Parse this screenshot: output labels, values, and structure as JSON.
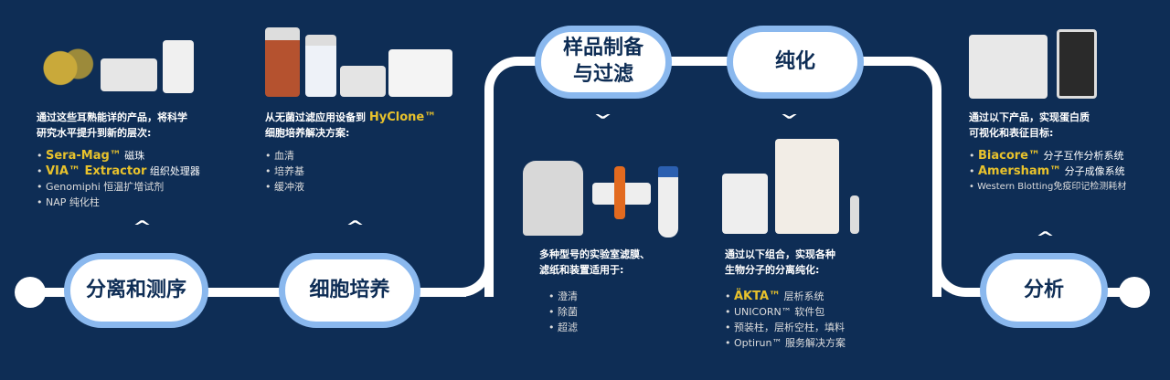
{
  "stages": [
    {
      "label": "分离和测序"
    },
    {
      "label": "细胞培养"
    },
    {
      "label": "样品制备\n与过滤",
      "line1": "样品制备",
      "line2": "与过滤"
    },
    {
      "label": "纯化"
    },
    {
      "label": "分析"
    }
  ],
  "panels": {
    "sequencing": {
      "head1": "通过这些耳熟能详的产品，将科学",
      "head2": "研究水平提升到新的层次:",
      "items": [
        {
          "brand": "Sera-Mag™",
          "text": " 磁珠"
        },
        {
          "brand": "VIA™ Extractor",
          "text": " 组织处理器"
        },
        {
          "text": "Genomiphi 恒温扩增试剂"
        },
        {
          "text": "NAP 纯化柱"
        }
      ]
    },
    "culture": {
      "head1": "从无菌过滤应用设备到 ",
      "brand": "HyClone™",
      "head2": "细胞培养解决方案:",
      "items": [
        "血清",
        "培养基",
        "缓冲液"
      ]
    },
    "filtration": {
      "head1": "多种型号的实验室滤膜、",
      "head2": "滤纸和装置适用于:",
      "items": [
        "澄清",
        "除菌",
        "超滤"
      ]
    },
    "purification": {
      "head1": "通过以下组合，实现各种",
      "head2": "生物分子的分离纯化:",
      "items": [
        {
          "brand": "ÄKTA™",
          "text": " 层析系统"
        },
        {
          "text": "UNICORN™ 软件包"
        },
        {
          "text": "预装柱，层析空柱，填料"
        },
        {
          "text": "Optirun™ 服务解决方案"
        }
      ]
    },
    "analysis": {
      "head1": "通过以下产品，实现蛋白质",
      "head2": "可视化和表征目标:",
      "items": [
        {
          "brand": "Biacore™",
          "text": " 分子互作分析系统"
        },
        {
          "brand": "Amersham™",
          "text": " 分子成像系统"
        },
        {
          "text": "Western Blotting免疫印记检测耗材"
        }
      ]
    }
  },
  "colors": {
    "background": "#0e2d55",
    "node_border": "#8ab8ee",
    "brand": "#e8c22c"
  }
}
